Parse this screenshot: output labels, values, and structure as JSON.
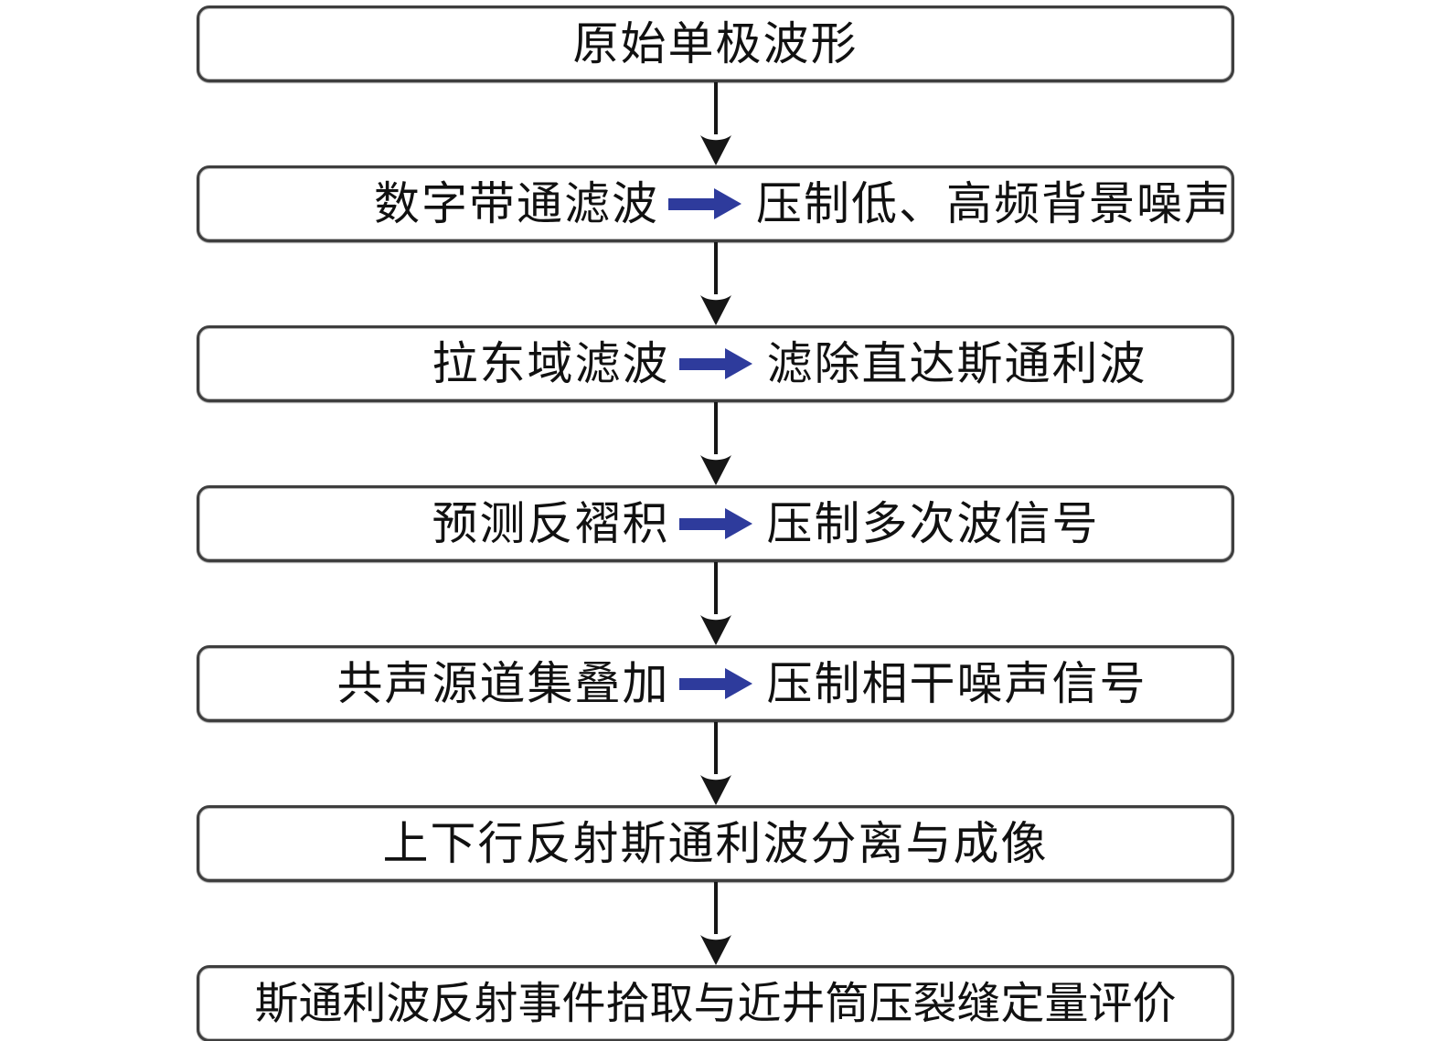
{
  "flowchart": {
    "steps": [
      {
        "text": "原始单极波形"
      },
      {
        "left": "数字带通滤波",
        "right": "压制低、高频背景噪声"
      },
      {
        "left": "拉东域滤波",
        "right": "滤除直达斯通利波"
      },
      {
        "left": "预测反褶积",
        "right": "压制多次波信号"
      },
      {
        "left": "共声源道集叠加",
        "right": "压制相干噪声信号"
      },
      {
        "text": "上下行反射斯通利波分离与成像"
      },
      {
        "text": "斯通利波反射事件拾取与近井筒压裂缝定量评价"
      }
    ],
    "colors": {
      "inline_arrow_blue": "#2e3b9c",
      "connector_black": "#161616",
      "box_border": "#3e3e3e",
      "text": "#111111",
      "background": "#ffffff"
    }
  }
}
